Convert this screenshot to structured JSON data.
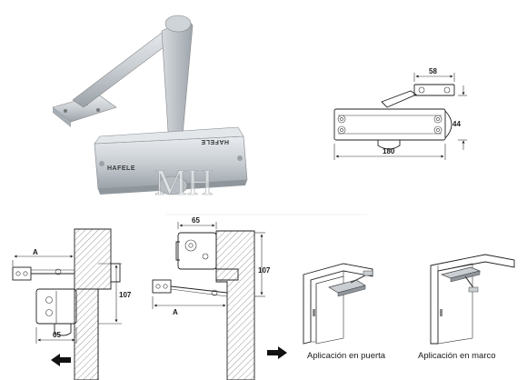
{
  "product": {
    "brand": "HAFELE",
    "watermark": "MH"
  },
  "top_view": {
    "dim_width_total": "180",
    "dim_arm_width": "58",
    "dim_height": "44"
  },
  "install_left": {
    "dim_a": "A",
    "dim_107": "107",
    "dim_65": "65"
  },
  "install_right": {
    "dim_65": "65",
    "dim_107": "107",
    "dim_a": "A"
  },
  "captions": {
    "door": "Aplicación en puerta",
    "frame": "Aplicación en marco"
  }
}
